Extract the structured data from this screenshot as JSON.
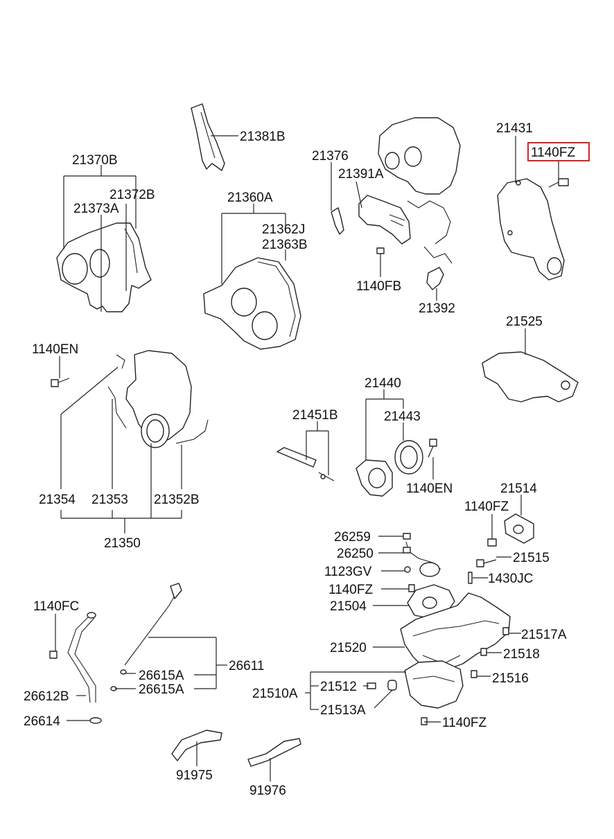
{
  "labels": {
    "l21381B": "21381B",
    "l21370B": "21370B",
    "l21372B": "21372B",
    "l21373A": "21373A",
    "l21360A": "21360A",
    "l21362J": "21362J",
    "l21363B": "21363B",
    "l21376": "21376",
    "l21391A": "21391A",
    "l1140FB": "1140FB",
    "l21392": "21392",
    "l21431": "21431",
    "l1140FZ_top": "1140FZ",
    "l21525": "21525",
    "l1140EN_left": "1140EN",
    "l21354": "21354",
    "l21353": "21353",
    "l21352B": "21352B",
    "l21350": "21350",
    "l21451B": "21451B",
    "l21440": "21440",
    "l21443": "21443",
    "l1140EN_mid": "1140EN",
    "l21514": "21514",
    "l1140FZ_a": "1140FZ",
    "l26259": "26259",
    "l26250": "26250",
    "l21515": "21515",
    "l1123GV": "1123GV",
    "l1430JC": "1430JC",
    "l1140FZ_b": "1140FZ",
    "l21504": "21504",
    "l1140FC": "1140FC",
    "l21517A": "21517A",
    "l21520": "21520",
    "l21518": "21518",
    "l26611": "26611",
    "l26615A_1": "26615A",
    "l26615A_2": "26615A",
    "l21516": "21516",
    "l21512": "21512",
    "l21510A": "21510A",
    "l26612B": "26612B",
    "l21513A": "21513A",
    "l26614": "26614",
    "l1140FZ_c": "1140FZ",
    "l91975": "91975",
    "l91976": "91976"
  },
  "highlight": {
    "label": "1140FZ",
    "color": "#d92020"
  }
}
